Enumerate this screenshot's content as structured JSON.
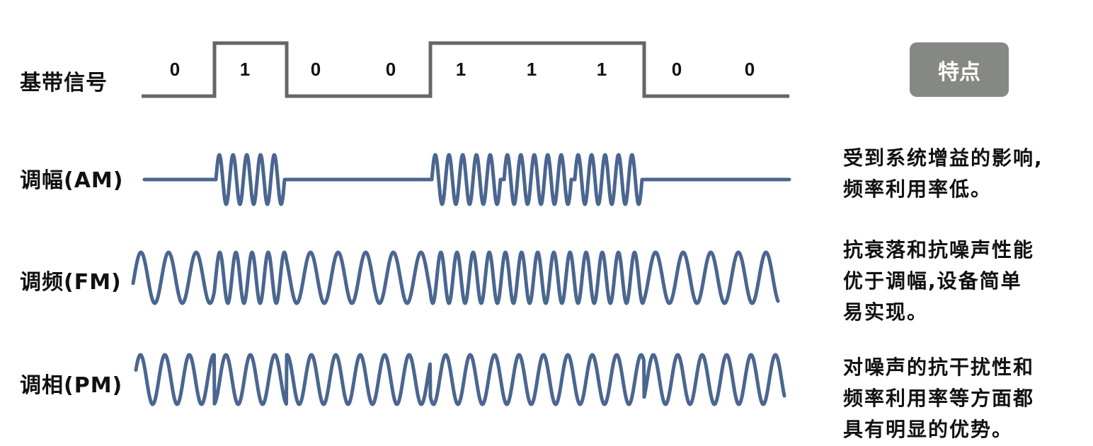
{
  "labels": {
    "baseband": "基带信号",
    "am": "调幅(AM)",
    "fm": "调频(FM)",
    "pm": "调相(PM)"
  },
  "bits": [
    "0",
    "1",
    "0",
    "0",
    "1",
    "1",
    "1",
    "0",
    "0"
  ],
  "features": {
    "badge": "特点",
    "am_lines": [
      "受到系统增益的影响,",
      "频率利用率低。"
    ],
    "fm_lines": [
      "抗衰落和抗噪声性能",
      "优于调幅,设备简单",
      "易实现。"
    ],
    "pm_lines": [
      "对噪声的抗干扰性和",
      "频率利用率等方面都",
      "具有明显的优势。"
    ]
  },
  "colors": {
    "baseband": "#666666",
    "wave": "#4a6690",
    "badge": "#868884"
  }
}
